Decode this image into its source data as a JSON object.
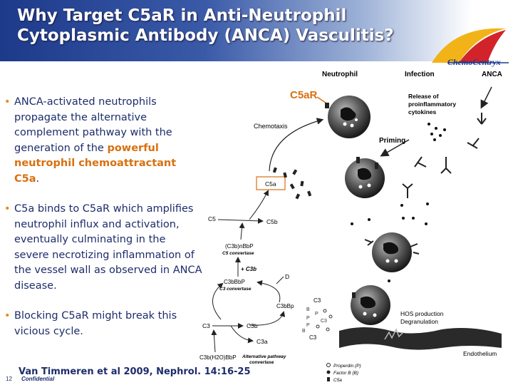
{
  "slide": {
    "title_line1": "Why Target C5aR in Anti-Neutrophil",
    "title_line2": "Cytoplasmic Antibody (ANCA) Vasculitis?",
    "logo_text": "ChemoCentryx",
    "page_number": "12",
    "confidential": "Confidential",
    "citation": "Van Timmeren et al 2009, Nephrol. 14:16-25",
    "colors": {
      "title_band": "#1d3a8a",
      "text": "#1d2c6b",
      "highlight": "#d9700f",
      "bullet": "#e8891b"
    }
  },
  "bullets": [
    {
      "text_before": "ANCA-activated neutrophils propagate the alternative complement pathway with the generation of the ",
      "highlight": "powerful neutrophil chemoattractant C5a",
      "text_after": "."
    },
    {
      "text": "C5a binds to C5aR which amplifies neutrophil influx and activation, eventually culminating in the severe necrotizing inflammation of the vessel wall as observed in ANCA disease."
    },
    {
      "text": "Blocking C5aR might break this vicious cycle."
    }
  ],
  "diagram": {
    "col_neutrophil": "Neutrophil",
    "col_infection": "Infection",
    "col_anca": "ANCA",
    "c5ar": "C5aR",
    "release_1": "Release of",
    "release_2": "proinflammatory",
    "release_3": "cytokines",
    "priming": "Priming",
    "chemotaxis": "Chemotaxis",
    "c5a_box": "C5a",
    "c5": "C5",
    "c5b": "C5b",
    "c5_conv": "(C3b)nBbP",
    "c5_conv_label": "C5 convertase",
    "plus_c3b": "+ C3b",
    "c3bbbp": "C3bBbP",
    "c3_conv_label": "C3 convertase",
    "d": "D",
    "c3bbp": "C3bBp",
    "c3": "C3",
    "c3b": "C3b",
    "c3a": "C3a",
    "c3h2o": "C3b(H2O)BbP",
    "alt_1": "Alternative pathway",
    "alt_2": "convertase",
    "c3_top": "C3",
    "c3_bottom": "C3",
    "hos": "HOS production",
    "degran": "Degranulation",
    "endothelium": "Endothelium",
    "legend_p": "Properdin (P)",
    "legend_b": "Factor B (B)",
    "legend_c5a": "C5a"
  }
}
